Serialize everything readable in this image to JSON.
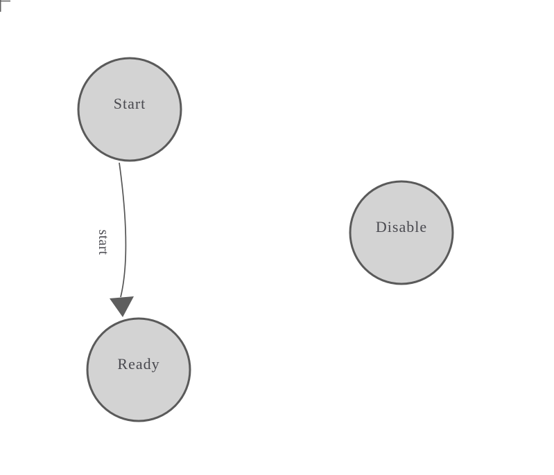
{
  "diagram": {
    "nodes": [
      {
        "id": "start",
        "label": "Start"
      },
      {
        "id": "ready",
        "label": "Ready"
      },
      {
        "id": "disable",
        "label": "Disable"
      }
    ],
    "transitions": [
      {
        "from": "start",
        "to": "ready",
        "label": "start"
      }
    ],
    "colors": {
      "background": "#ffffff",
      "node_fill": "#d3d3d3",
      "node_stroke": "#5a5a5a",
      "label_text": "#49494f",
      "edge_stroke": "#545454",
      "arrow_fill": "#5e5e5e",
      "corner_mark": "#606060"
    }
  }
}
